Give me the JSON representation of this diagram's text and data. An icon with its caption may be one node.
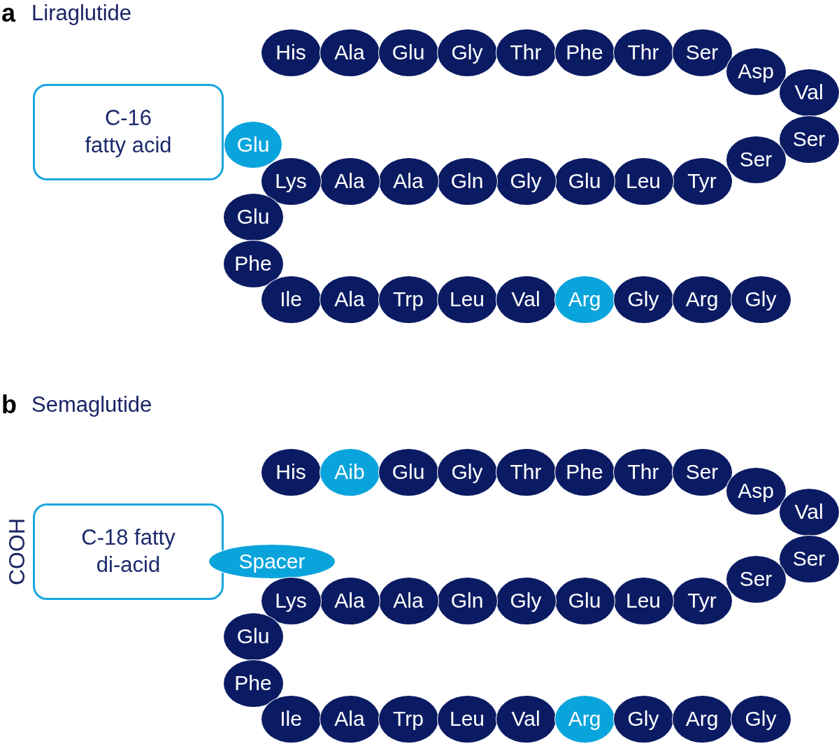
{
  "diagram": {
    "nodes": [
      {
        "text": [
          "C-16 fatty acid"
        ]
      },
      {
        "text": [
          "Glu"
        ]
      },
      {
        "text": [
          "His"
        ]
      },
      {
        "text": [
          "Ala"
        ]
      },
      {
        "text": [
          "Glu"
        ]
      },
      {
        "text": [
          "Gly"
        ]
      },
      {
        "text": [
          "Thr"
        ]
      },
      {
        "text": [
          "Phe"
        ]
      },
      {
        "text": [
          "Thr"
        ]
      },
      {
        "text": [
          "Ser"
        ]
      },
      {
        "text": [
          "Asp"
        ]
      },
      {
        "text": [
          "Val"
        ]
      },
      {
        "text": [
          "Ser"
        ]
      },
      {
        "text": [
          "Ser"
        ]
      },
      {
        "text": [
          "Tyr"
        ]
      },
      {
        "text": [
          "Leu"
        ]
      },
      {
        "text": [
          "Glu"
        ]
      },
      {
        "text": [
          "Gly"
        ]
      },
      {
        "text": [
          "Gln"
        ]
      },
      {
        "text": [
          "Ala"
        ]
      },
      {
        "text": [
          "Ala"
        ]
      },
      {
        "text": [
          "Lys"
        ]
      },
      {
        "text": [
          "Glu"
        ]
      },
      {
        "text": [
          "Phe"
        ]
      },
      {
        "text": [
          "Ile"
        ]
      },
      {
        "text": [
          "Ala"
        ]
      },
      {
        "text": [
          "Trp"
        ]
      },
      {
        "text": [
          "Leu"
        ]
      },
      {
        "text": [
          "Val"
        ]
      },
      {
        "text": [
          "Arg"
        ]
      },
      {
        "text": [
          "Gly"
        ]
      },
      {
        "text": [
          "Arg"
        ]
      },
      {
        "text": [
          "Gly"
        ]
      },
      {
        "text": [
          "C-18 fatty di-acid"
        ],
        "beside": [
          "COOH"
        ]
      },
      {
        "text": [
          "Spacer"
        ]
      },
      {
        "text": [
          "His"
        ]
      },
      {
        "text": [
          "Aib"
        ]
      },
      {
        "text": [
          "Glu"
        ]
      },
      {
        "text": [
          "Gly"
        ]
      },
      {
        "text": [
          "Thr"
        ]
      },
      {
        "text": [
          "Phe"
        ]
      },
      {
        "text": [
          "Thr"
        ]
      },
      {
        "text": [
          "Ser"
        ]
      },
      {
        "text": [
          "Asp"
        ]
      },
      {
        "text": [
          "Val"
        ]
      },
      {
        "text": [
          "Ser"
        ]
      },
      {
        "text": [
          "Ser"
        ]
      },
      {
        "text": [
          "Tyr"
        ]
      },
      {
        "text": [
          "Leu"
        ]
      },
      {
        "text": [
          "Glu"
        ]
      },
      {
        "text": [
          "Gly"
        ]
      },
      {
        "text": [
          "Gln"
        ]
      },
      {
        "text": [
          "Ala"
        ]
      },
      {
        "text": [
          "Ala"
        ]
      },
      {
        "text": [
          "Lys"
        ]
      },
      {
        "text": [
          "Glu"
        ]
      },
      {
        "text": [
          "Phe"
        ]
      },
      {
        "text": [
          "Ile"
        ]
      },
      {
        "text": [
          "Ala"
        ]
      },
      {
        "text": [
          "Trp"
        ]
      },
      {
        "text": [
          "Leu"
        ]
      },
      {
        "text": [
          "Val"
        ]
      },
      {
        "text": [
          "Arg"
        ]
      },
      {
        "text": [
          "Gly"
        ]
      },
      {
        "text": [
          "Arg"
        ]
      },
      {
        "text": [
          "Gly"
        ]
      }
    ],
    "labels": [
      "a",
      "Liraglutide",
      "b",
      "Semaglutide"
    ]
  }
}
